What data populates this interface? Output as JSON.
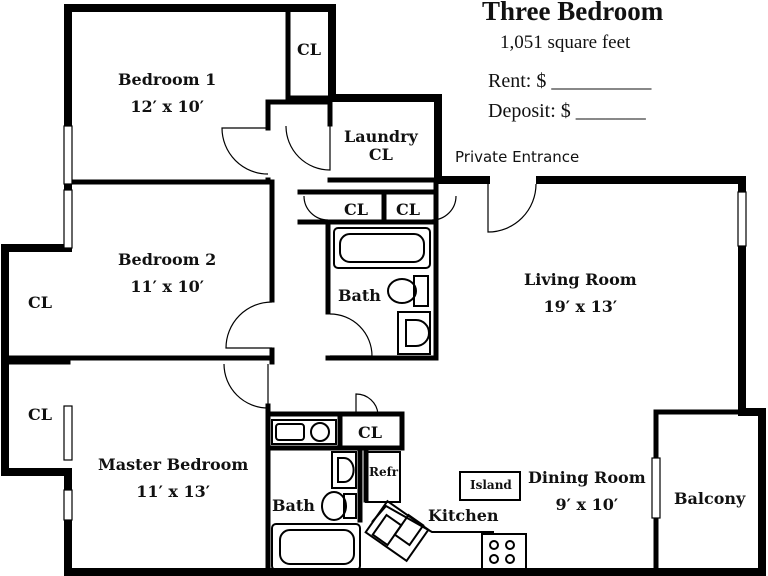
{
  "header": {
    "title": "Three Bedroom",
    "area": "1,051 square feet",
    "rent_line": "Rent: $ __________",
    "deposit_line": "Deposit: $ _______"
  },
  "entrance_label": "Private Entrance",
  "rooms": {
    "bedroom1": {
      "name": "Bedroom 1",
      "dims": "12′ x 10′"
    },
    "bedroom2": {
      "name": "Bedroom 2",
      "dims": "11′ x 10′"
    },
    "master": {
      "name": "Master Bedroom",
      "dims": "11′ x 13′"
    },
    "living": {
      "name": "Living Room",
      "dims": "19′ x 13′"
    },
    "dining": {
      "name": "Dining Room",
      "dims": "9′ x 10′"
    },
    "laundry": {
      "name": "Laundry",
      "sub": "CL"
    },
    "bath1": "Bath",
    "bath2": "Bath",
    "kitchen": "Kitchen",
    "balcony": "Balcony",
    "island": "Island",
    "refr": "Refr"
  },
  "closets": {
    "cl_bed1": "CL",
    "cl_hall1": "CL",
    "cl_hall2": "CL",
    "cl_left1": "CL",
    "cl_left2": "CL",
    "cl_kitchen": "CL"
  }
}
